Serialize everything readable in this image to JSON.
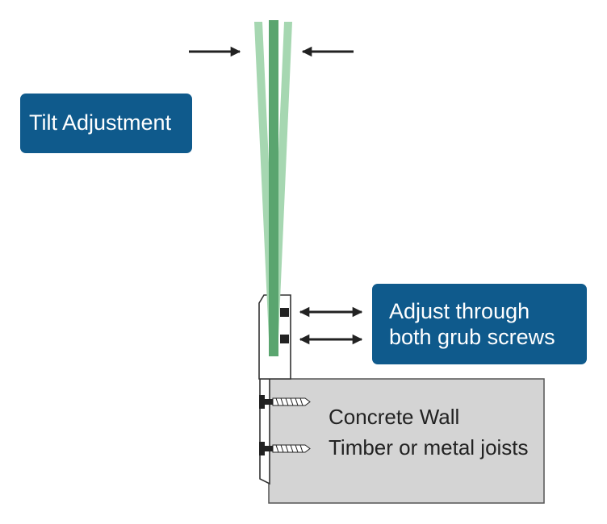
{
  "colors": {
    "callout_bg": "#0f5a8c",
    "wall_fill": "#d4d4d4",
    "glass_dark": "#5aa56f",
    "glass_light": "#a6d7b1",
    "arrow": "#222222",
    "outline": "#333333"
  },
  "labels": {
    "tilt_adjustment": "Tilt Adjustment",
    "grub_line1": "Adjust through",
    "grub_line2": "both grub screws",
    "concrete_wall": "Concrete Wall",
    "joists": "Timber or metal joists"
  },
  "icons": [
    "double-arrow-icon",
    "arrow-right-icon",
    "arrow-left-icon",
    "screw-icon",
    "grub-screw-icon"
  ]
}
